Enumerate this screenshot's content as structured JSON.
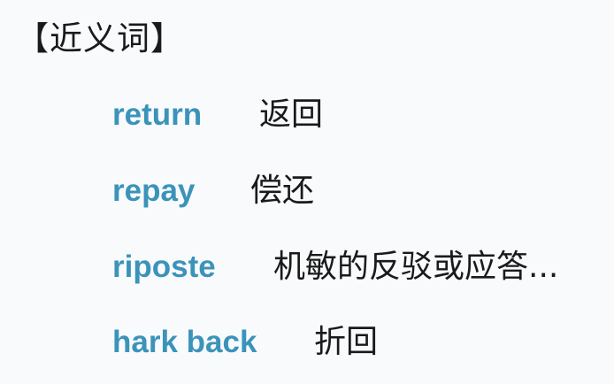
{
  "section": {
    "title": "【近义词】"
  },
  "synonyms": [
    {
      "word": "return",
      "meaning": "返回"
    },
    {
      "word": "repay",
      "meaning": "偿还"
    },
    {
      "word": "riposte",
      "meaning": "机敏的反驳或应答..."
    },
    {
      "word": "hark back",
      "meaning": "折回"
    }
  ],
  "colors": {
    "word": "#3b93ba",
    "text": "#1a1a1a",
    "background": "#f8fafc"
  }
}
